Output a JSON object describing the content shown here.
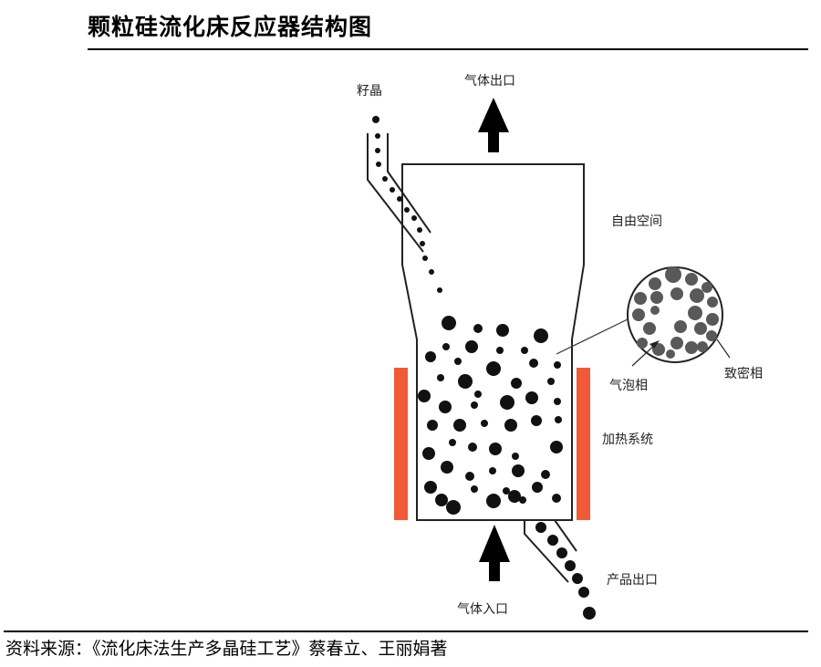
{
  "title": "颗粒硅流化床反应器结构图",
  "source": "资料来源：《流化床法生产多晶硅工艺》蔡春立、王丽娟著",
  "labels": {
    "seed": "籽晶",
    "gas_outlet": "气体出口",
    "free_space": "自由空间",
    "dense_phase": "致密相",
    "bubble_phase": "气泡相",
    "heating": "加热系统",
    "product_outlet": "产品出口",
    "gas_inlet": "气体入口"
  },
  "colors": {
    "heater": "#f05a37",
    "particle": "#111111",
    "dense_particle": "#595959",
    "vessel": "#222222"
  }
}
